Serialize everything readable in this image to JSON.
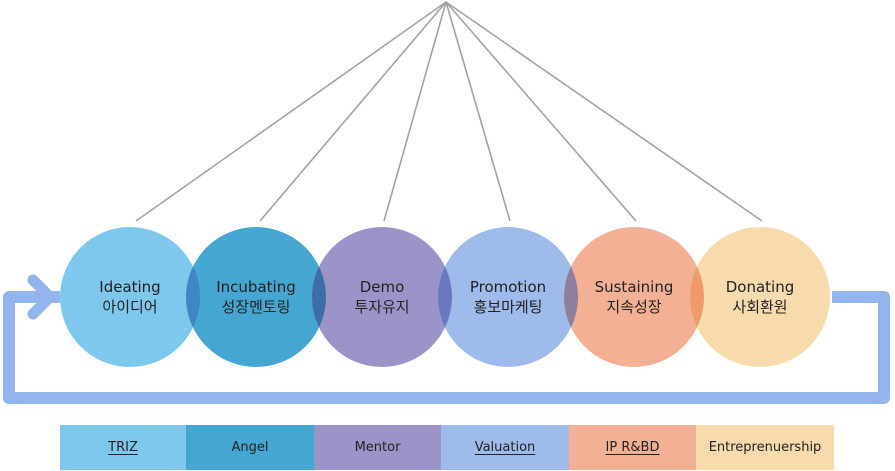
{
  "stages": [
    {
      "en": "Ideating",
      "ko": "아이디어",
      "color": "#7ec8ee"
    },
    {
      "en": "Incubating",
      "ko": "성장멘토링",
      "color": "#46a6d2"
    },
    {
      "en": "Demo",
      "ko": "투자유지",
      "color": "#9b94c8"
    },
    {
      "en": "Promotion",
      "ko": "홍보마케팅",
      "color": "#9fbbec"
    },
    {
      "en": "Sustaining",
      "ko": "지속성장",
      "color": "#f3b094"
    },
    {
      "en": "Donating",
      "ko": "사회환원",
      "color": "#f7dbac"
    }
  ],
  "overlap_colors": [
    "#3f86c2",
    "#3d6ea8",
    "#6a78c2",
    "#8e7f9e",
    "#ef9a6b"
  ],
  "loop_color": "#93b4ec",
  "line_color": "#a3a3a3",
  "legend": [
    {
      "label": "TRIZ",
      "color": "#7ec8ee",
      "underline": true
    },
    {
      "label": "Angel",
      "color": "#46a6d2",
      "underline": false
    },
    {
      "label": "Mentor",
      "color": "#9b94c8",
      "underline": false
    },
    {
      "label": "Valuation",
      "color": "#9fbbec",
      "underline": true
    },
    {
      "label": "IP R&BD",
      "color": "#f3b094",
      "underline": true
    },
    {
      "label": "Entreprenuership",
      "color": "#f7dbac",
      "underline": false
    }
  ]
}
